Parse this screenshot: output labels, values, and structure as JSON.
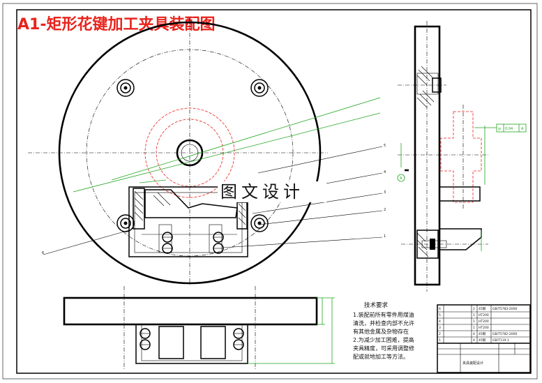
{
  "title": "A1-矩形花键加工夹具装配图",
  "watermark": "图文设计",
  "notes": {
    "heading": "技术要求",
    "lines": [
      "1.装配前所有零件用煤油",
      "清洗，并检查内部不允许",
      "有其他金属及杂物存在",
      "2.为减少加工困难，提高",
      "夹具精度，可采用调整修",
      "配或就地加工等方法。"
    ]
  },
  "tolerance_frame": {
    "symbol": "◎",
    "value": "0.04",
    "datum": "A"
  },
  "datum_label": "A",
  "leader_numbers": [
    "5",
    "4",
    "3",
    "2",
    "1",
    "6"
  ],
  "title_block": {
    "rows": [
      [
        "6",
        "",
        "2",
        "45钢",
        "GB/T5783-2000"
      ],
      [
        "5",
        "",
        "1",
        "HT200",
        ""
      ],
      [
        "4",
        "",
        "1",
        "HT200",
        ""
      ],
      [
        "3",
        "",
        "1",
        "HT200",
        ""
      ],
      [
        "2",
        "",
        "4",
        "45钢",
        "GB/T5782-2000"
      ],
      [
        "1",
        "",
        "4",
        "45钢",
        "GB/T119.1"
      ]
    ],
    "drawing_name": "夹具装配设计"
  },
  "colors": {
    "title": "#e8231c",
    "dimension": "#1fa51f",
    "hidden": "#e8231c",
    "line": "#000000"
  }
}
